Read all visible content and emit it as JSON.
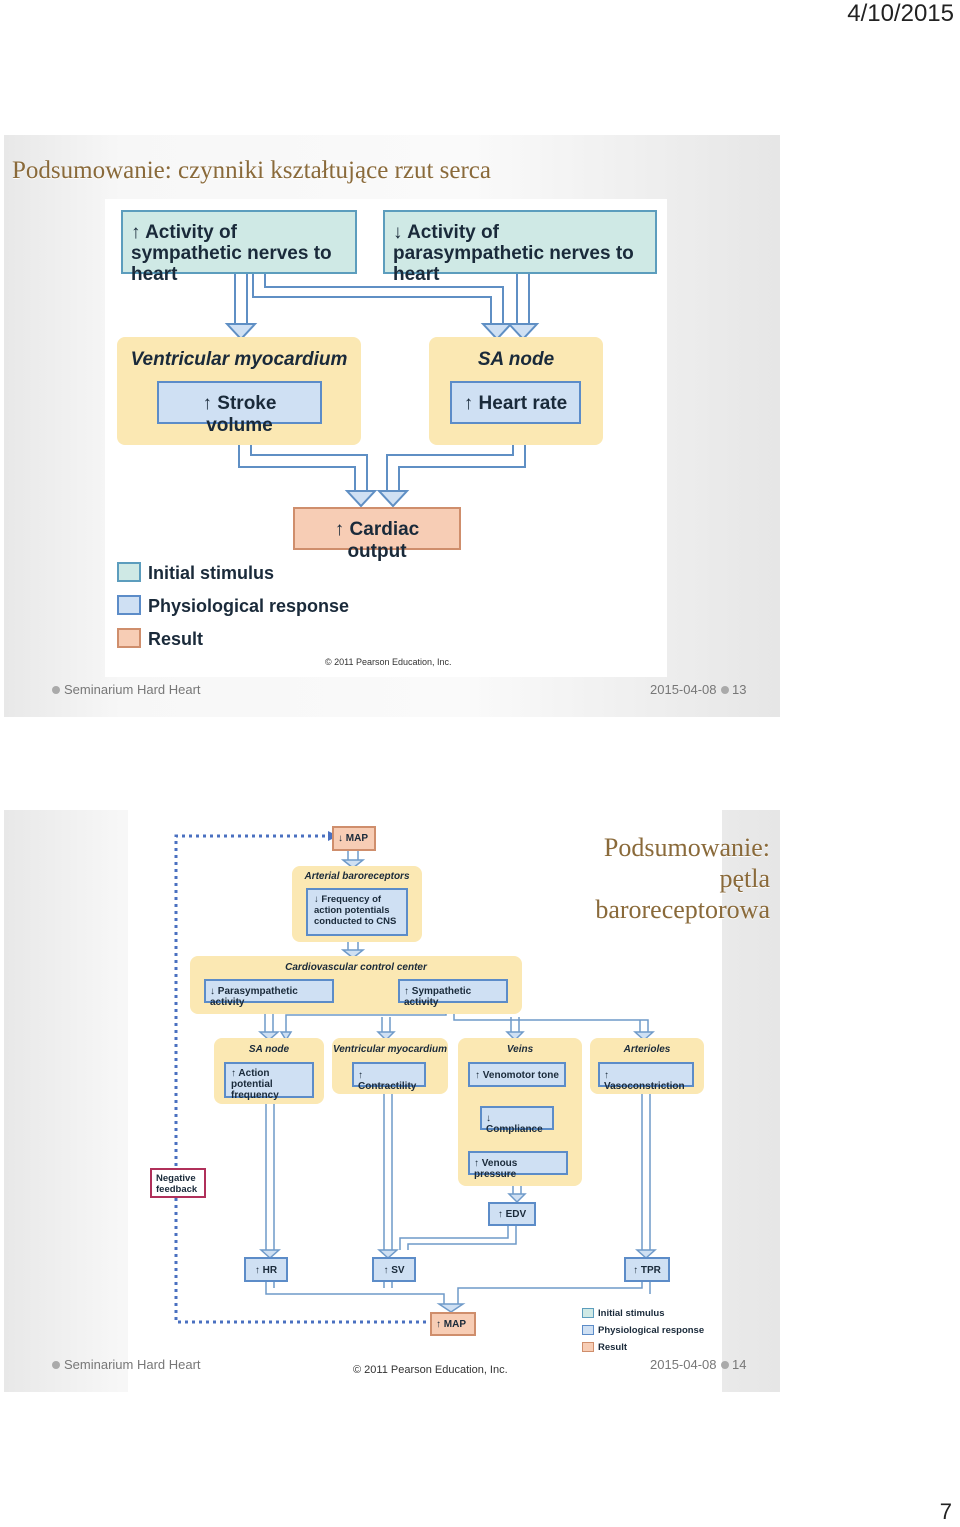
{
  "header": {
    "date": "4/10/2015",
    "page_number": "7"
  },
  "slide1": {
    "title": "Podsumowanie: czynniki kształtujące rzut serca",
    "box_symp": "↑ Activity of sympathetic nerves to heart",
    "box_para": "↓ Activity of parasympathetic nerves to heart",
    "zone_ventricular": "Ventricular myocardium",
    "zone_sa": "SA node",
    "box_stroke": "↑ Stroke volume",
    "box_hr": "↑ Heart rate",
    "box_co": "↑ Cardiac output",
    "legend": [
      "Initial stimulus",
      "Physiological response",
      "Result"
    ],
    "copyright": "© 2011 Pearson Education, Inc.",
    "footer_left": "Seminarium Hard Heart",
    "footer_date": "2015-04-08",
    "footer_num": "13"
  },
  "slide2": {
    "title_lines": [
      "Podsumowanie:",
      "pętla",
      "baroreceptorowa"
    ],
    "map_top": "↓ MAP",
    "zone_baro": "Arterial baroreceptors",
    "box_freq": "↓ Frequency of action potentials conducted to CNS",
    "zone_cvcc": "Cardiovascular control center",
    "box_para": "↓ Parasympathetic activity",
    "box_symp": "↑ Sympathetic activity",
    "zone_sa": "SA node",
    "zone_vm": "Ventricular myocardium",
    "zone_veins": "Veins",
    "zone_art": "Arterioles",
    "box_ap": "↑ Action potential frequency",
    "box_contr": "↑ Contractility",
    "box_veno": "↑ Venomotor tone",
    "box_vaso": "↑ Vasoconstriction",
    "box_comp": "↓ Compliance",
    "box_vp": "↑ Venous pressure",
    "box_edv": "↑ EDV",
    "box_hr": "↑ HR",
    "box_sv": "↑ SV",
    "box_tpr": "↑ TPR",
    "box_map": "↑ MAP",
    "neg_feedback": "Negative feedback",
    "legend": [
      "Initial stimulus",
      "Physiological response",
      "Result"
    ],
    "copyright": "© 2011 Pearson Education, Inc.",
    "footer_left": "Seminarium Hard Heart",
    "footer_date": "2015-04-08",
    "footer_num": "14"
  },
  "colors": {
    "stimulus": "#cfe9e5",
    "response": "#cfe0f3",
    "result": "#f7cdb5",
    "zone": "#fbe8b3",
    "title": "#8a6a3a",
    "feedback": "#b0305a"
  }
}
